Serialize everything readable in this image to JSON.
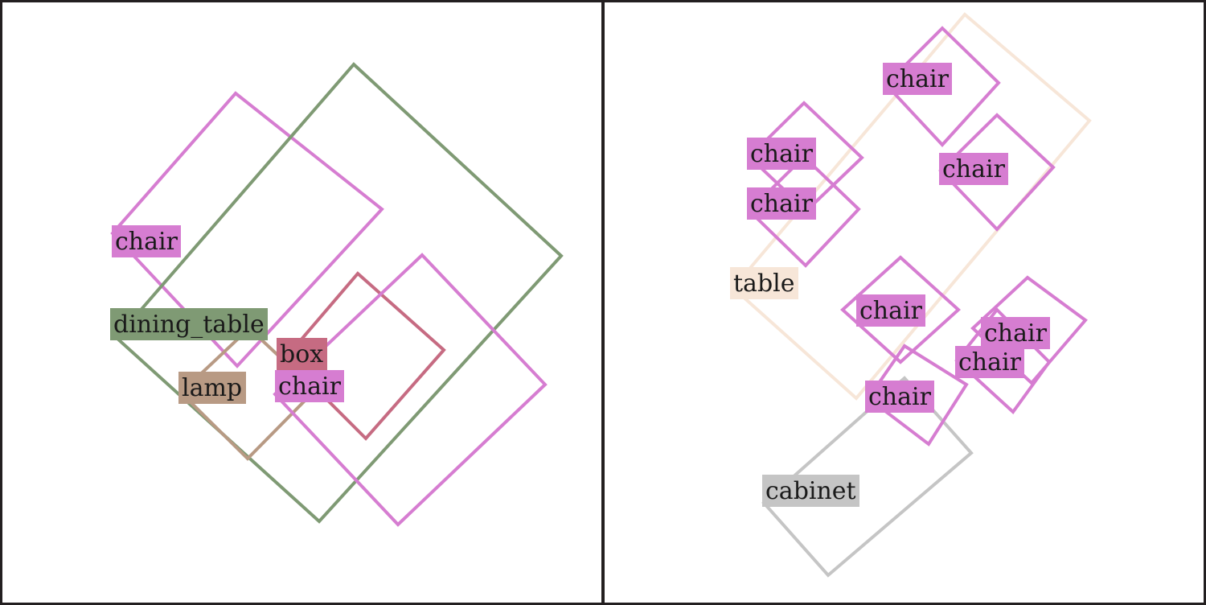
{
  "colors": {
    "chair": "#d67dd1",
    "dining_table": "#7f9a74",
    "box": "#c66b82",
    "lamp": "#b89a84",
    "table": "#f7e6d8",
    "cabinet": "#c5c5c5",
    "frame": "#231f20"
  },
  "panels": [
    {
      "objects": [
        {
          "label": "chair",
          "category": "chair"
        },
        {
          "label": "dining_table",
          "category": "dining_table"
        },
        {
          "label": "box",
          "category": "box"
        },
        {
          "label": "lamp",
          "category": "lamp"
        },
        {
          "label": "chair",
          "category": "chair"
        }
      ]
    },
    {
      "objects": [
        {
          "label": "table",
          "category": "table"
        },
        {
          "label": "cabinet",
          "category": "cabinet"
        },
        {
          "label": "chair",
          "category": "chair"
        },
        {
          "label": "chair",
          "category": "chair"
        },
        {
          "label": "chair",
          "category": "chair"
        },
        {
          "label": "chair",
          "category": "chair"
        },
        {
          "label": "chair",
          "category": "chair"
        },
        {
          "label": "chair",
          "category": "chair"
        },
        {
          "label": "chair",
          "category": "chair"
        },
        {
          "label": "chair",
          "category": "chair"
        }
      ]
    }
  ]
}
